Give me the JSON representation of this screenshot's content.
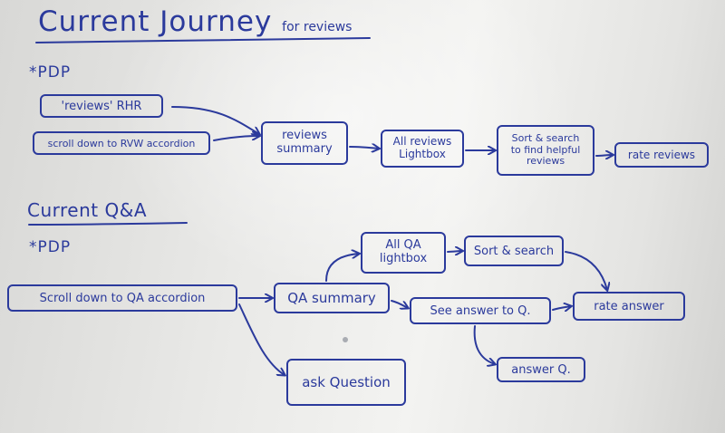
{
  "title": {
    "main": "Current Journey",
    "suffix": "for reviews"
  },
  "reviews": {
    "tag": "*PDP",
    "entry_1": "'reviews' RHR",
    "entry_2": "scroll down to RVW accordion",
    "summary": [
      "reviews",
      "summary"
    ],
    "lightbox": [
      "All reviews",
      "Lightbox"
    ],
    "sort_search": [
      "Sort & search",
      "to find helpful",
      "reviews"
    ],
    "rate": "rate reviews"
  },
  "qa": {
    "heading": "Current Q&A",
    "tag": "*PDP",
    "entry": "Scroll down to QA accordion",
    "summary": "QA summary",
    "lightbox": [
      "All QA",
      "lightbox"
    ],
    "sort_search": "Sort & search",
    "see_answer": "See answer to Q.",
    "rate_answer": "rate answer",
    "answer_q": "answer Q.",
    "ask": "ask Question"
  },
  "colors": {
    "ink": "#2b3a9c",
    "board": "#efefed"
  }
}
